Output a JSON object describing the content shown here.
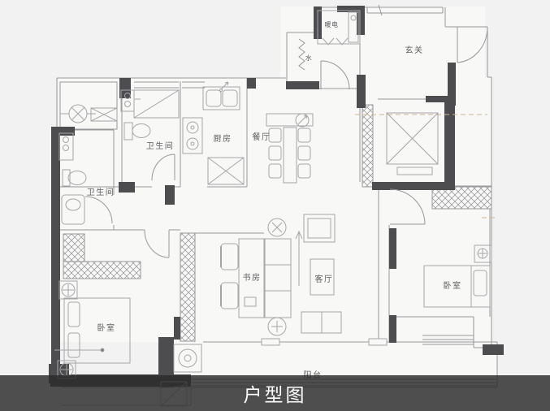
{
  "title_bar": {
    "label": "户型图"
  },
  "rooms": {
    "entrance": {
      "label": "玄关"
    },
    "utility": {
      "label": "暖电"
    },
    "water": {
      "label": "水"
    },
    "kitchen": {
      "label": "厨房"
    },
    "dining": {
      "label": "餐厅"
    },
    "bathroom_upper": {
      "label": "卫生间"
    },
    "bathroom_lower": {
      "label": "卫生间"
    },
    "study": {
      "label": "书房"
    },
    "living_room": {
      "label": "客厅"
    },
    "bedroom_right": {
      "label": "卧室"
    },
    "bedroom_left": {
      "label": "卧室"
    },
    "balcony": {
      "label": "阳台"
    }
  },
  "colors": {
    "wall": "#4d4d4f",
    "line": "#97979a",
    "accent_dashed": "#cbb98e",
    "overlay": "rgba(42,42,42,0.82)",
    "background": "#f2f2f2",
    "label_text": "#5f5f61",
    "title_text": "#ffffff"
  }
}
